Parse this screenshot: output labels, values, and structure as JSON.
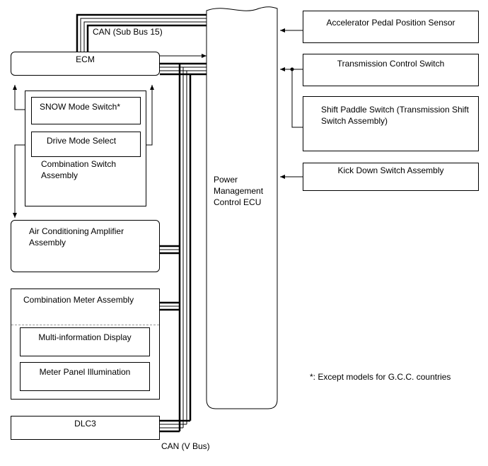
{
  "bus_labels": {
    "sub_bus": "CAN (Sub Bus 15)",
    "v_bus": "CAN (V Bus)"
  },
  "ecm": "ECM",
  "combination_switch": {
    "snow_mode": "SNOW Mode Switch*",
    "drive_mode": "Drive Mode Select",
    "assembly": "Combination Switch Assembly"
  },
  "ac_amplifier": "Air Conditioning Amplifier Assembly",
  "combination_meter": {
    "title": "Combination Meter Assembly",
    "mid": "Multi-information Display",
    "illumination": "Meter Panel Illumination"
  },
  "dlc3": "DLC3",
  "power_ecu": "Power Management Control ECU",
  "inputs": {
    "accelerator": "Accelerator Pedal Position Sensor",
    "tcs": "Transmission Control Switch",
    "paddle": "Shift Paddle Switch (Transmission Shift Switch Assembly)",
    "kickdown": "Kick Down Switch Assembly"
  },
  "footnote": "*: Except models for G.C.C. countries"
}
